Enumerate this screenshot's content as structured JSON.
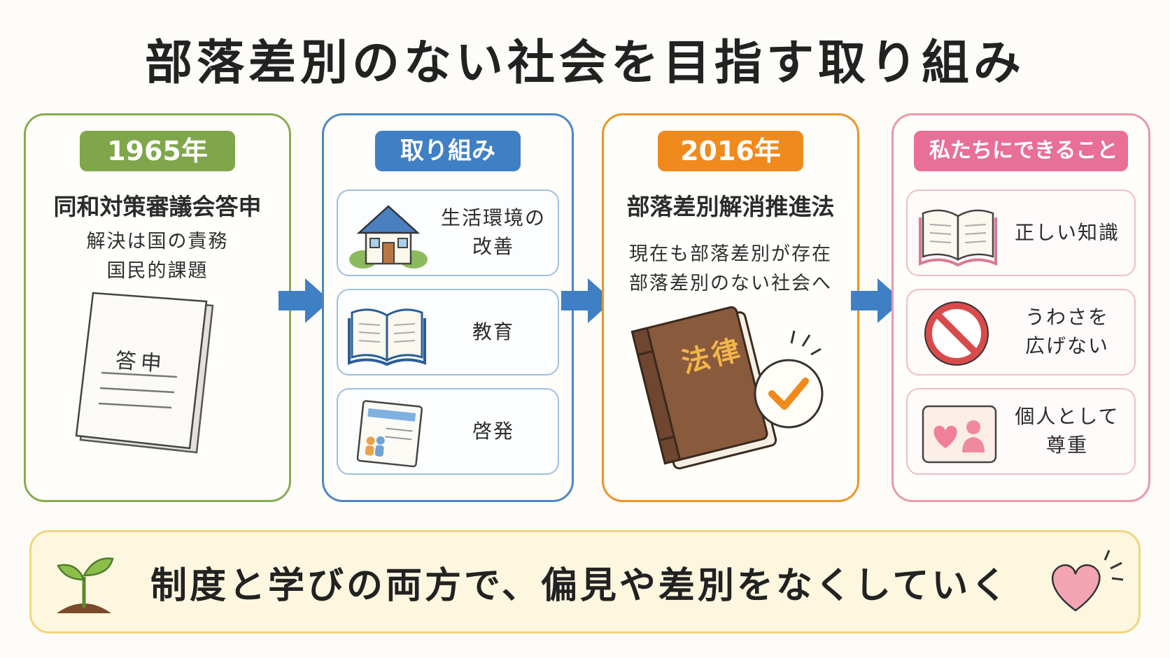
{
  "title": "部落差別のない社会を目指す取り組み",
  "cards": [
    {
      "pill": "1965年",
      "heading": "同和対策審議会答申",
      "lines": [
        "解決は国の責務",
        "国民的課題"
      ],
      "doc_label": "答申",
      "color": "#7fa64a"
    },
    {
      "pill": "取り組み",
      "items": [
        {
          "label_lines": [
            "生活環境の",
            "改善"
          ],
          "icon": "house-icon"
        },
        {
          "label_lines": [
            "教育"
          ],
          "icon": "open-book-icon"
        },
        {
          "label_lines": [
            "啓発"
          ],
          "icon": "poster-icon"
        }
      ],
      "color": "#3f7fc4"
    },
    {
      "pill": "2016年",
      "heading": "部落差別解消推進法",
      "lines": [
        "現在も部落差別が存在",
        "部落差別のない社会へ"
      ],
      "book_label": "法律",
      "color": "#f08a1c"
    },
    {
      "pill": "私たちにできること",
      "items": [
        {
          "label_lines": [
            "正しい知識"
          ],
          "icon": "book-icon"
        },
        {
          "label_lines": [
            "うわさを",
            "広げない"
          ],
          "icon": "prohibited-icon"
        },
        {
          "label_lines": [
            "個人として",
            "尊重"
          ],
          "icon": "heart-person-icon"
        }
      ],
      "color": "#e86f97"
    }
  ],
  "banner": {
    "text": "制度と学びの両方で、偏見や差別をなくしていく",
    "left_icon": "sprout-icon",
    "right_icon": "heart-icon"
  }
}
